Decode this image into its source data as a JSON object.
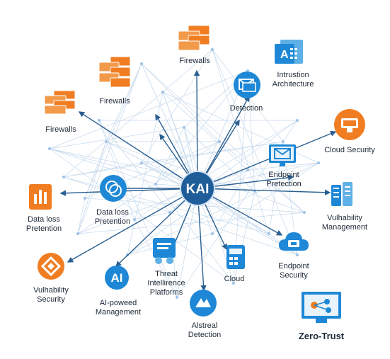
{
  "hub": {
    "label": "KAI"
  },
  "nodes": [
    {
      "id": "firewalls-top",
      "label": "Firewalls",
      "icon": "firewall-icon"
    },
    {
      "id": "firewalls-mid",
      "label": "Firewalls",
      "icon": "firewall-icon"
    },
    {
      "id": "firewalls-left",
      "label": "Firewalls",
      "icon": "firewall-icon"
    },
    {
      "id": "intrusion",
      "label": "Intrustion\nArchitecture",
      "icon": "intrusion-app-icon"
    },
    {
      "id": "detection",
      "label": "Detection",
      "icon": "mail-detection-icon"
    },
    {
      "id": "cloud-security",
      "label": "Cloud Security",
      "icon": "cloud-security-icon"
    },
    {
      "id": "endpoint-protection",
      "label": "Endpoint\nPretection",
      "icon": "endpoint-mail-monitor-icon"
    },
    {
      "id": "vuln-management",
      "label": "Vulhability\nManagement",
      "icon": "vulnerability-server-icon"
    },
    {
      "id": "dlp-right",
      "label": "Data loss\nPretention",
      "icon": "data-loss-circle-icon"
    },
    {
      "id": "dlp-left",
      "label": "Data loss\nPretention",
      "icon": "data-loss-chart-icon"
    },
    {
      "id": "vuln-security",
      "label": "Vulhability\nSecurity",
      "icon": "vulnerability-diamond-icon"
    },
    {
      "id": "ai-management",
      "label": "AI-poweed\nManagement",
      "icon": "ai-badge-icon"
    },
    {
      "id": "threat-intel",
      "label": "Threat\nIntellirence\nPlatforms",
      "icon": "threat-intel-icon"
    },
    {
      "id": "ai-threat",
      "label": "Alstreal\nDetection",
      "icon": "ai-threat-icon"
    },
    {
      "id": "cloud",
      "label": "Cloud",
      "icon": "cloud-server-icon"
    },
    {
      "id": "endpoint-security",
      "label": "Endpoint\nSecurity",
      "icon": "endpoint-cloud-icon"
    },
    {
      "id": "zero-trust",
      "label": "Zero-Trust",
      "icon": "zero-trust-monitor-icon"
    }
  ],
  "colors": {
    "orange": "#f07d22",
    "blue": "#1e88d6",
    "navy": "#1f5d99",
    "line": "#2a5f91",
    "mesh": "#c5d9ec"
  }
}
